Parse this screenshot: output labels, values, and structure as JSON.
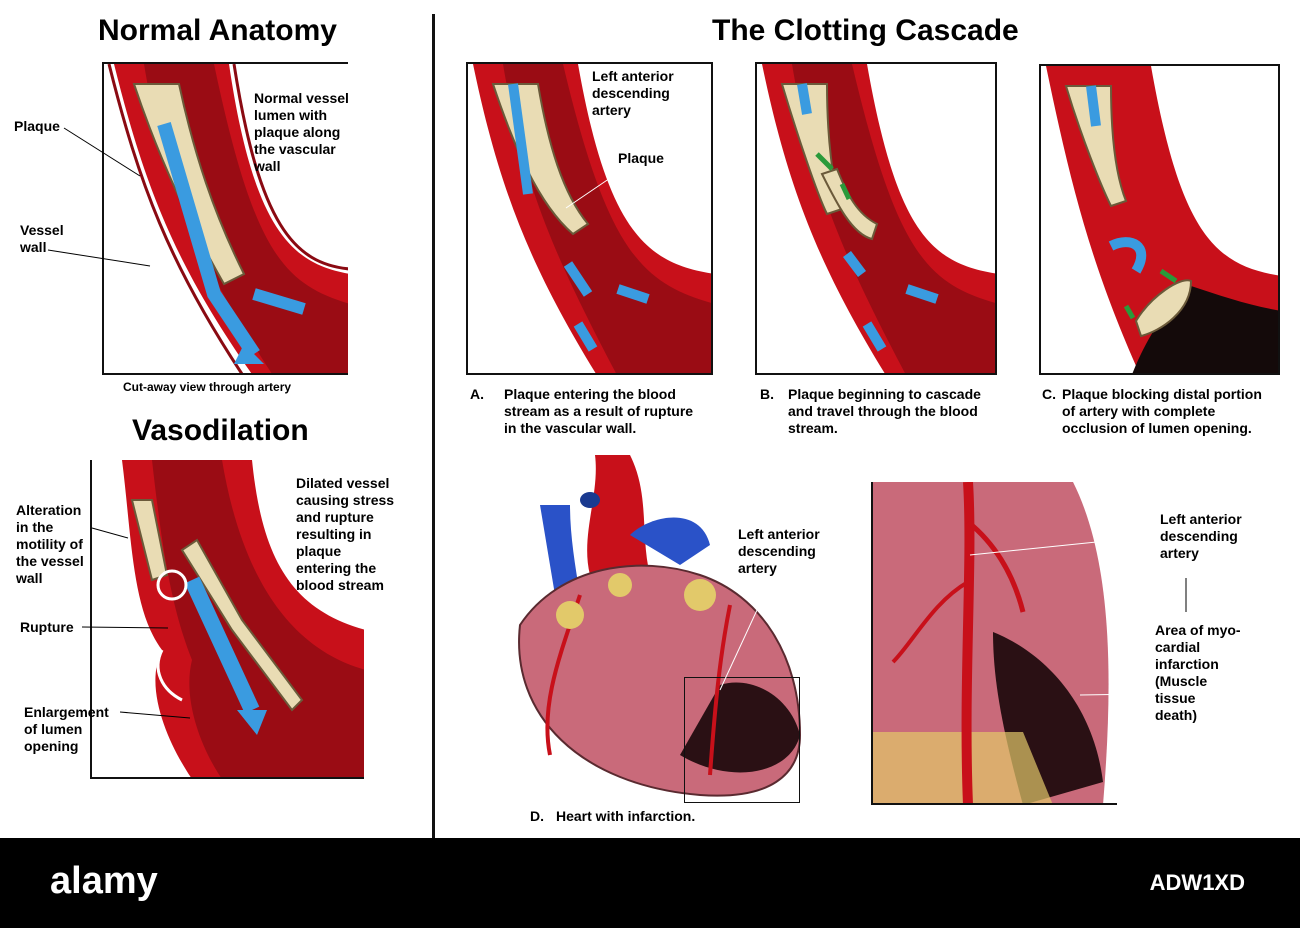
{
  "titles": {
    "normal": "Normal Anatomy",
    "vaso": "Vasodilation",
    "cascade": "The Clotting Cascade"
  },
  "normal": {
    "plaque": "Plaque",
    "vessel_wall": [
      "Vessel",
      "wall"
    ],
    "lumen_note": [
      "Normal vessel",
      "lumen with",
      "plaque along",
      "the vascular",
      "wall"
    ],
    "caption": "Cut-away view through artery"
  },
  "vaso": {
    "alteration": [
      "Alteration",
      "in the",
      "motility of",
      "the vessel",
      "wall"
    ],
    "rupture": "Rupture",
    "enlargement": [
      "Enlargement",
      "of lumen",
      "opening"
    ],
    "dilated": [
      "Dilated vessel",
      "causing stress",
      "and rupture",
      "resulting in",
      "plaque",
      "entering the",
      "blood stream"
    ]
  },
  "panelA": {
    "artery": [
      "Left anterior",
      "descending",
      "artery"
    ],
    "plaque": "Plaque",
    "letter": "A.",
    "caption": [
      "Plaque entering the blood",
      "stream as a result of rupture",
      "in the vascular wall."
    ]
  },
  "panelB": {
    "letter": "B.",
    "caption": [
      "Plaque beginning to cascade",
      "and travel through the blood",
      "stream."
    ]
  },
  "panelC": {
    "letter": "C.",
    "caption": [
      "Plaque blocking distal portion",
      "of artery with complete",
      "occlusion of lumen opening."
    ]
  },
  "panelD": {
    "artery": [
      "Left anterior",
      "descending",
      "artery"
    ],
    "letter": "D.",
    "caption": "Heart with infarction."
  },
  "zoom": {
    "artery": [
      "Left anterior",
      "descending",
      "artery"
    ],
    "infarct": [
      "Area of myo-",
      "cardial",
      "infarction",
      "(Muscle",
      "tissue",
      "death)"
    ]
  },
  "footer": {
    "logo": "alamy",
    "image_id": "ADW1XD"
  },
  "colors": {
    "artery_red": "#c8101a",
    "blood_dark": "#7a0a10",
    "plaque": "#e9dcb4",
    "flow_blue": "#3a9be0",
    "clot_green": "#2a9a3a",
    "heart_pink": "#c96a7a"
  }
}
